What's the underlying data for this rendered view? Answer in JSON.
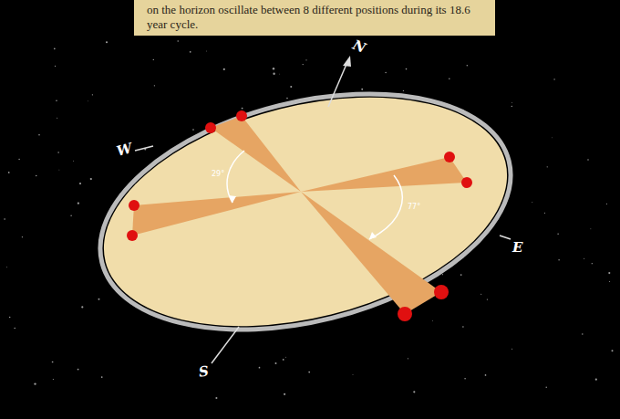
{
  "diagram": {
    "caption": "on the horizon oscillate between 8 different positions during its 18.6 year cycle.",
    "labels": [
      "N",
      "W",
      "29°",
      "77°",
      "E",
      "S"
    ]
  }
}
